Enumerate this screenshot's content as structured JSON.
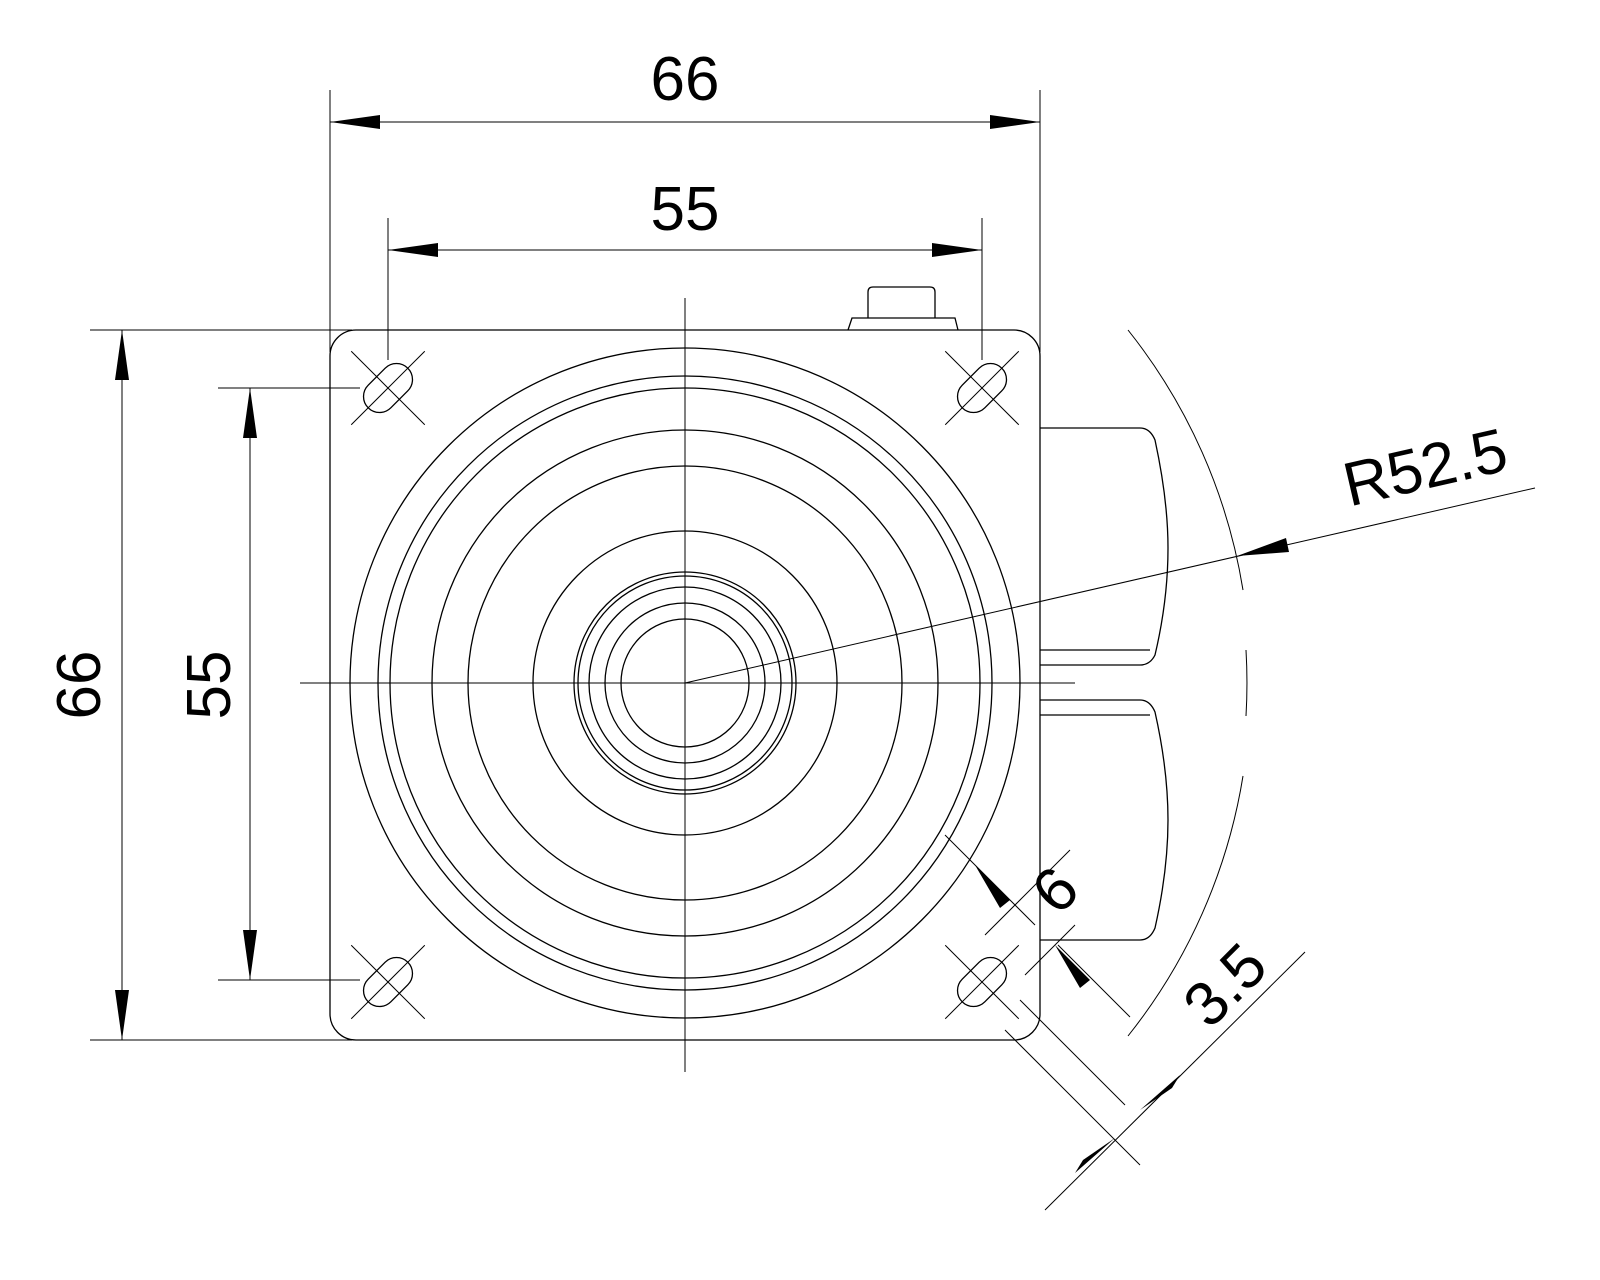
{
  "drawing": {
    "dimensions": {
      "overall_width": "66",
      "hole_spacing_width": "55",
      "overall_height": "66",
      "hole_spacing_height": "55",
      "swivel_radius": "R52.5",
      "slot_length": "6",
      "slot_offset": "3.5"
    },
    "line_color": "#000000",
    "background": "#ffffff"
  }
}
